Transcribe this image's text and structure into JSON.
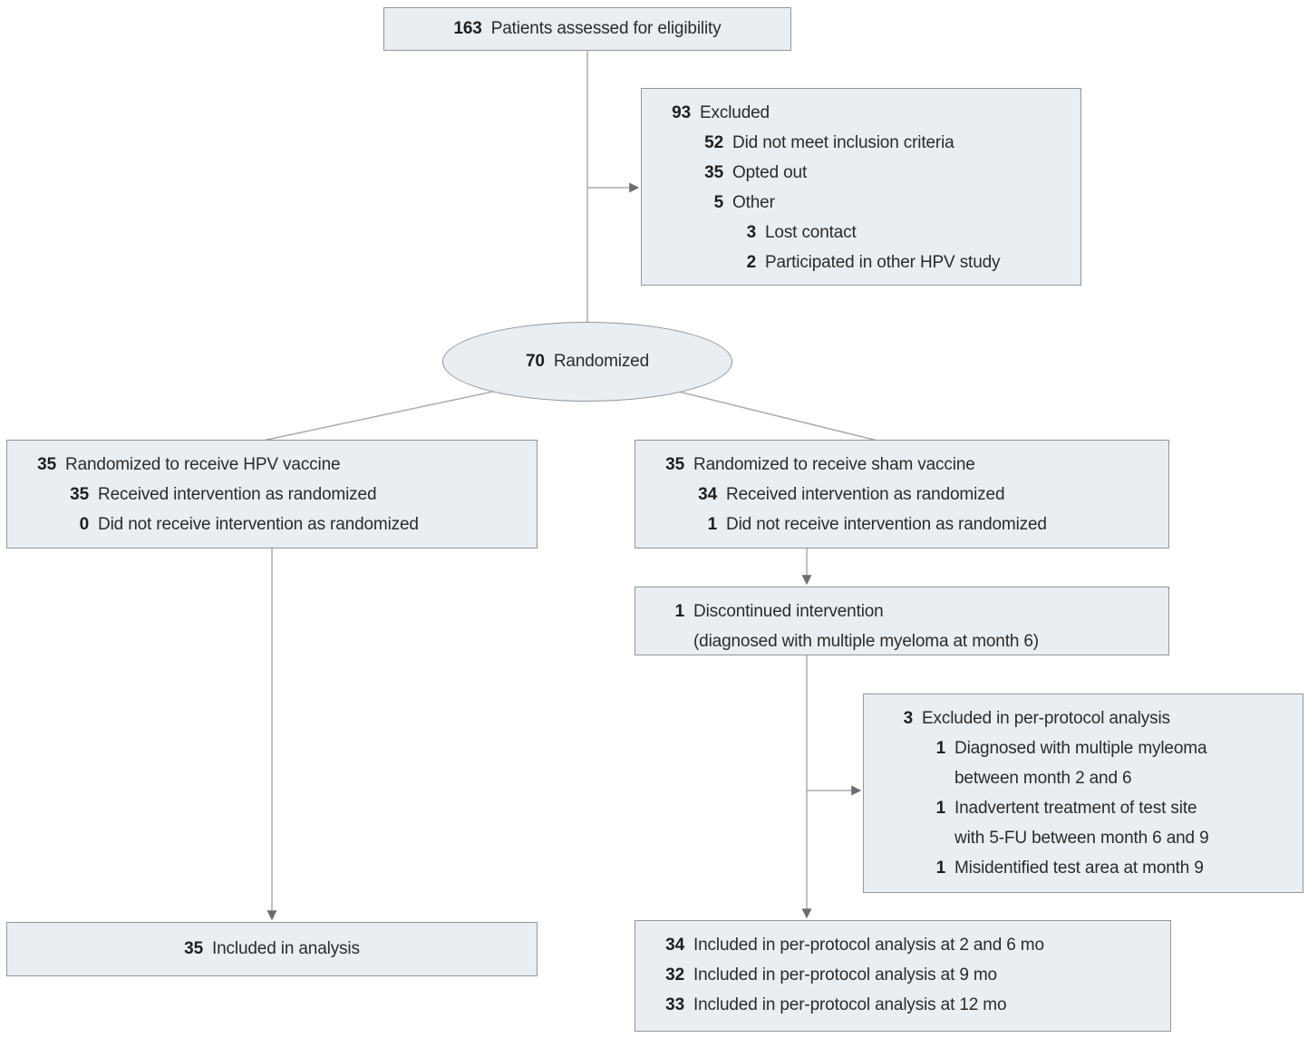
{
  "flow": {
    "eligibility": {
      "num": "163",
      "label": "Patients assessed for eligibility"
    },
    "excluded": {
      "lines": [
        {
          "num": "93",
          "text": "Excluded"
        },
        {
          "num": "52",
          "text": "Did not meet inclusion criteria"
        },
        {
          "num": "35",
          "text": "Opted out"
        },
        {
          "num": "5",
          "text": "Other"
        },
        {
          "num": "3",
          "text": "Lost contact"
        },
        {
          "num": "2",
          "text": "Participated in other HPV study"
        }
      ]
    },
    "randomized": {
      "num": "70",
      "label": "Randomized"
    },
    "hpv_arm": {
      "lines": [
        {
          "num": "35",
          "text": "Randomized to receive HPV vaccine"
        },
        {
          "num": "35",
          "text": "Received intervention as randomized"
        },
        {
          "num": "0",
          "text": "Did not receive intervention as randomized"
        }
      ]
    },
    "sham_arm": {
      "lines": [
        {
          "num": "35",
          "text": "Randomized to receive sham vaccine"
        },
        {
          "num": "34",
          "text": "Received intervention as randomized"
        },
        {
          "num": "1",
          "text": "Did not receive intervention as randomized"
        }
      ]
    },
    "discontinued": {
      "num": "1",
      "text": "Discontinued intervention\n(diagnosed with multiple myeloma at month 6)"
    },
    "per_protocol_excluded": {
      "lines": [
        {
          "num": "3",
          "text": "Excluded in per-protocol analysis"
        },
        {
          "num": "1",
          "text": "Diagnosed with multiple myleoma\nbetween month 2 and 6"
        },
        {
          "num": "1",
          "text": "Inadvertent treatment of test site\nwith 5-FU between month 6 and 9"
        },
        {
          "num": "1",
          "text": "Misidentified test area at month 9"
        }
      ]
    },
    "hpv_analysis": {
      "num": "35",
      "label": "Included in analysis"
    },
    "per_protocol_analysis": {
      "lines": [
        {
          "num": "34",
          "text": "Included in per-protocol analysis at 2 and 6 mo"
        },
        {
          "num": "32",
          "text": "Included in per-protocol analysis at 9 mo"
        },
        {
          "num": "33",
          "text": "Included in per-protocol analysis at 12 mo"
        }
      ]
    }
  },
  "colors": {
    "box_fill": "#e9eef2",
    "box_border": "#8f979c",
    "connector_line": "#a8abad",
    "arrowhead": "#6a6e72",
    "text": "#2b2b2b"
  }
}
